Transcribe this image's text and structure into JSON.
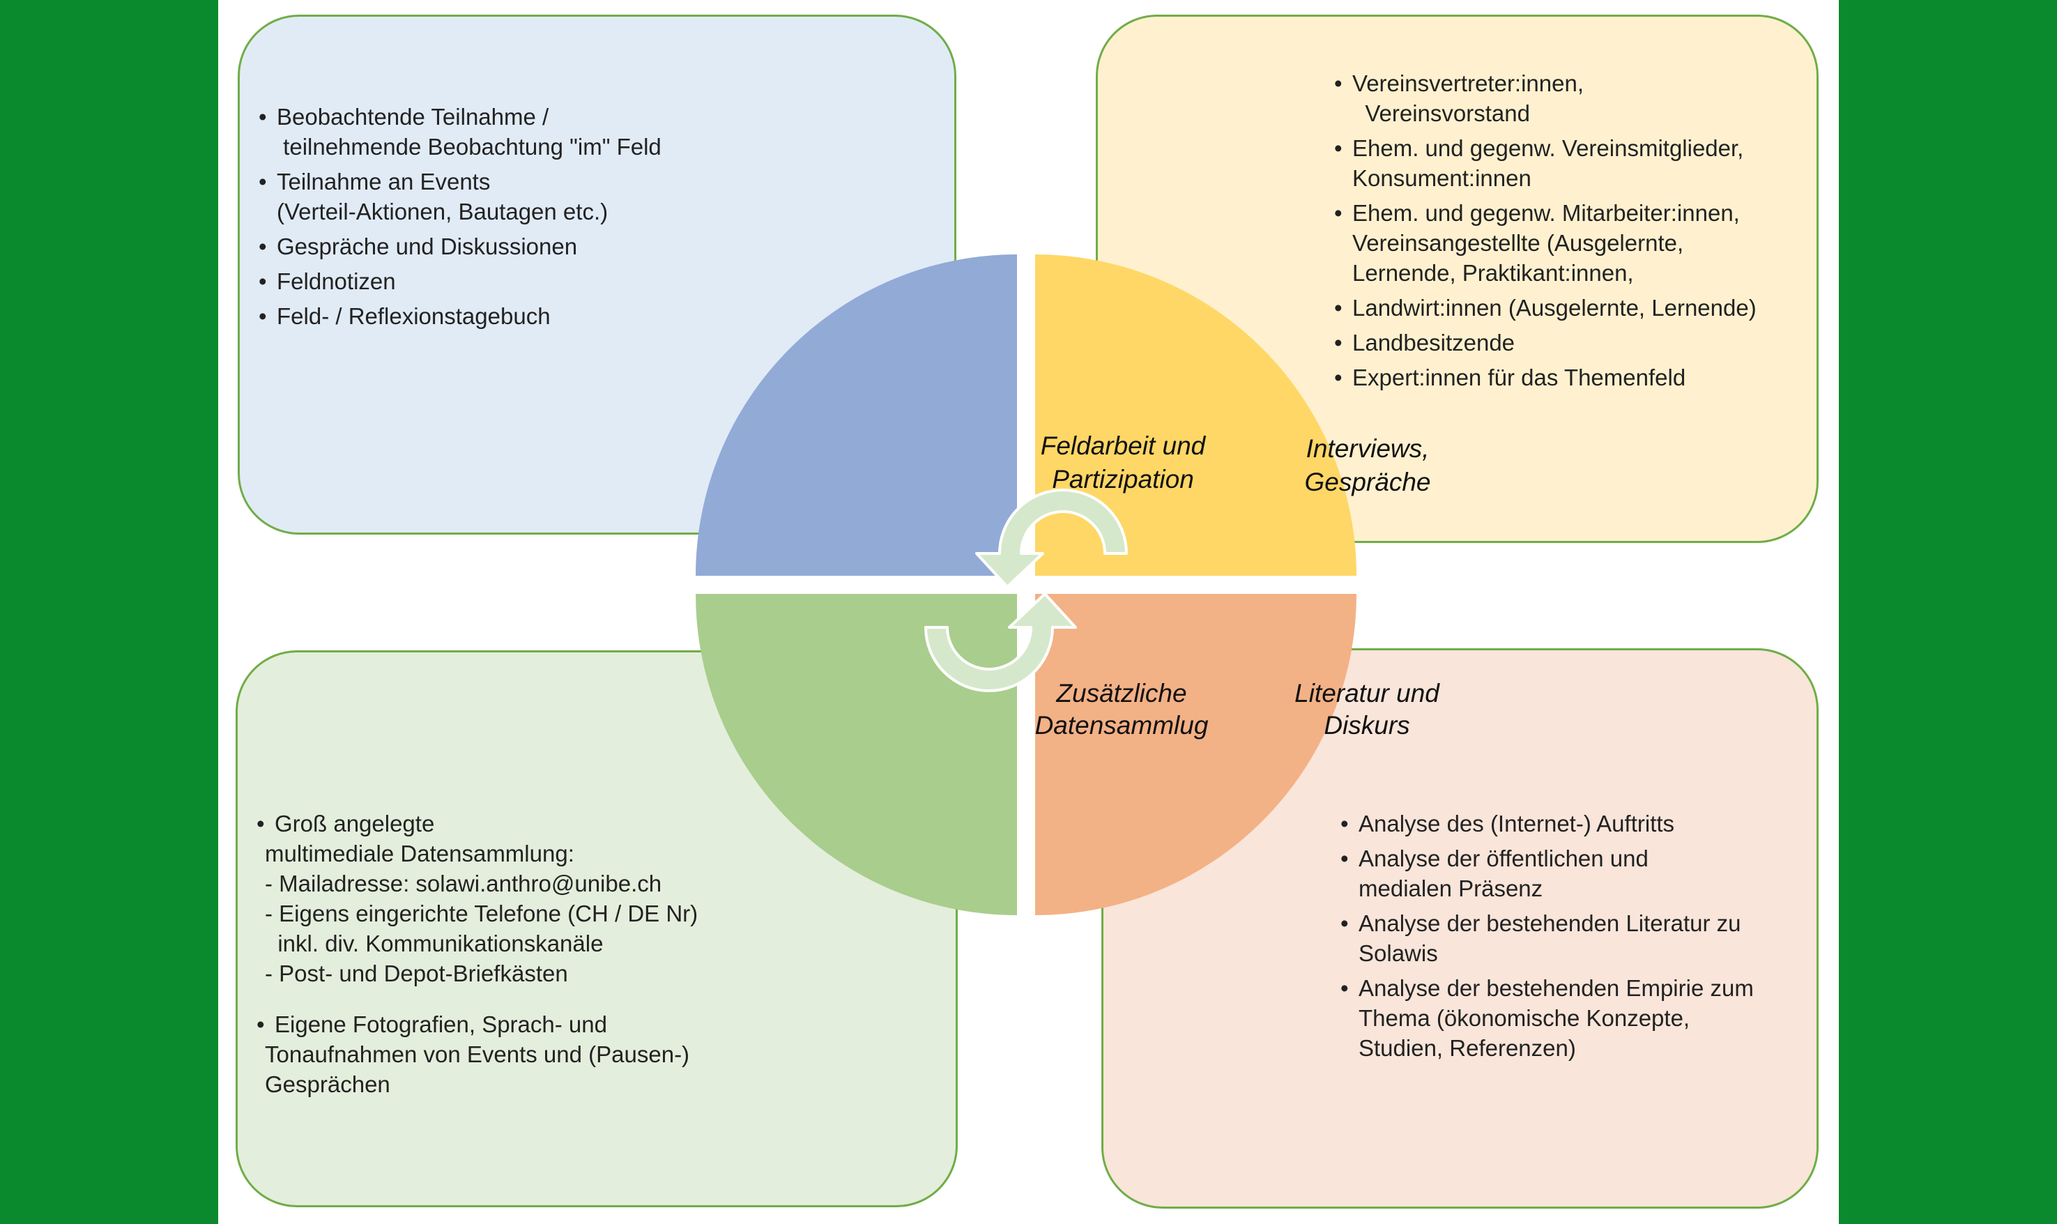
{
  "colors": {
    "frame_green": "#0a8a2c",
    "panel_border": "#70ad47",
    "quadrant_tl": "#92aad6",
    "quadrant_tr": "#fed766",
    "quadrant_bl": "#a9cd8d",
    "quadrant_br": "#f3b186",
    "arrow_fill": "#d6e8cb"
  },
  "quadrants": {
    "top_left": {
      "line1": "Feldarbeit und",
      "line2": "Partizipation"
    },
    "top_right": {
      "line1": "Interviews,",
      "line2": "Gespräche"
    },
    "bottom_left": {
      "line1": "Zusätzliche",
      "line2": "Datensammlug"
    },
    "bottom_right": {
      "line1": "Literatur und",
      "line2": "Diskurs"
    }
  },
  "panels": {
    "top_left": {
      "items": [
        "Beobachtende Teilnahme /\n teilnehmende Beobachtung \"im\" Feld",
        "Teilnahme an Events\n(Verteil-Aktionen, Bautagen etc.)",
        "Gespräche und Diskussionen",
        "Feldnotizen",
        "Feld- / Reflexionstagebuch"
      ]
    },
    "top_right": {
      "items": [
        "Vereinsvertreter:innen,\n  Vereinsvorstand",
        "Ehem. und gegenw. Vereinsmitglieder,\nKonsument:innen",
        "Ehem. und gegenw. Mitarbeiter:innen,\nVereinsangestellte (Ausgelernte,\nLernende, Praktikant:innen,",
        "Landwirt:innen (Ausgelernte, Lernende)",
        "Landbesitzende",
        "Expert:innen für das Themenfeld"
      ]
    },
    "bottom_left": {
      "item1": "Groß angelegte",
      "item1_cont": "multimediale Datensammlung:",
      "sub1": "- Mailadresse: solawi.anthro@unibe.ch",
      "sub2": "- Eigens eingerichte Telefone (CH / DE Nr)",
      "sub2_cont": "  inkl. div. Kommunikationskanäle",
      "sub3": "- Post- und Depot-Briefkästen",
      "item2": "Eigene Fotografien, Sprach- und",
      "item2_cont": "Tonaufnahmen von Events und (Pausen-)",
      "item2_cont2": "Gesprächen"
    },
    "bottom_right": {
      "items": [
        "Analyse des (Internet-) Auftritts",
        "Analyse der öffentlichen und\nmedialen Präsenz",
        "Analyse der bestehenden Literatur zu\nSolawis",
        "Analyse der bestehenden Empirie zum\nThema (ökonomische Konzepte,\nStudien, Referenzen)"
      ]
    }
  }
}
